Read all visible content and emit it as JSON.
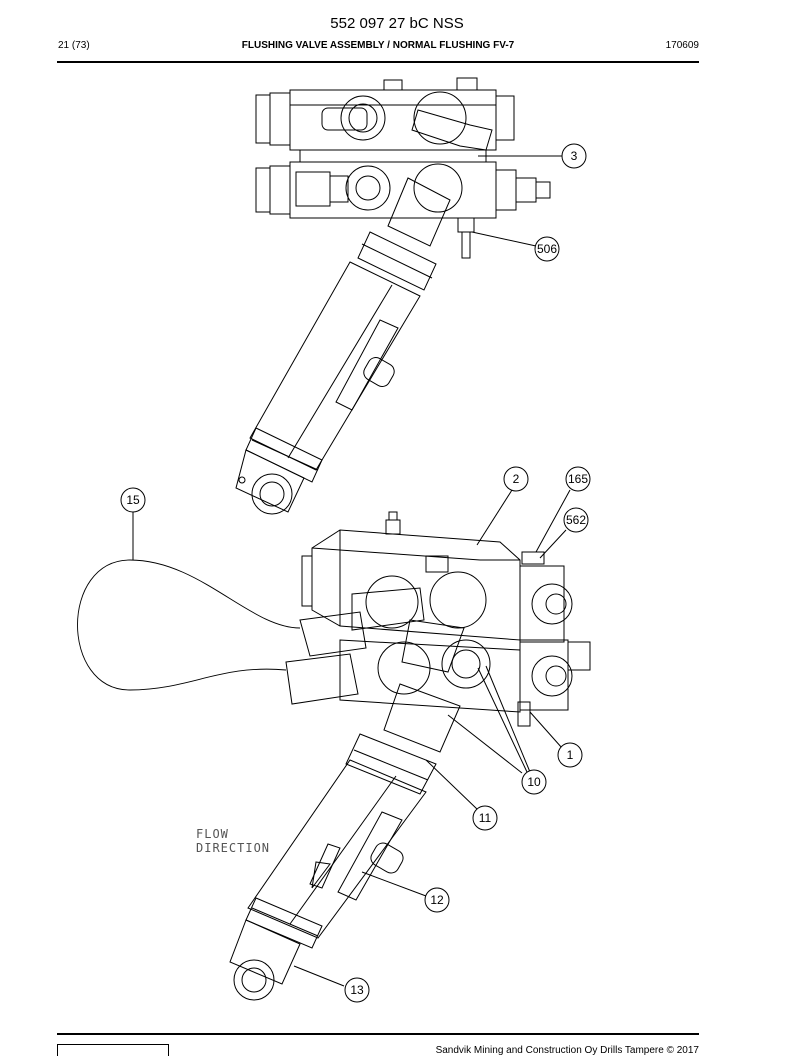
{
  "header": {
    "doc_number": "552 097 27 bC NSS",
    "page_counter": "21 (73)",
    "title": "FLUSHING VALVE ASSEMBLY / NORMAL FLUSHING FV-7",
    "date": "170609"
  },
  "drawing": {
    "flow_label_line1": "FLOW",
    "flow_label_line2": "DIRECTION",
    "callouts": [
      "3",
      "506",
      "2",
      "165",
      "562",
      "15",
      "1",
      "10",
      "11",
      "12",
      "13"
    ]
  },
  "footer": {
    "copyright": "Sandvik Mining and Construction Oy Drills Tampere © 2017"
  }
}
